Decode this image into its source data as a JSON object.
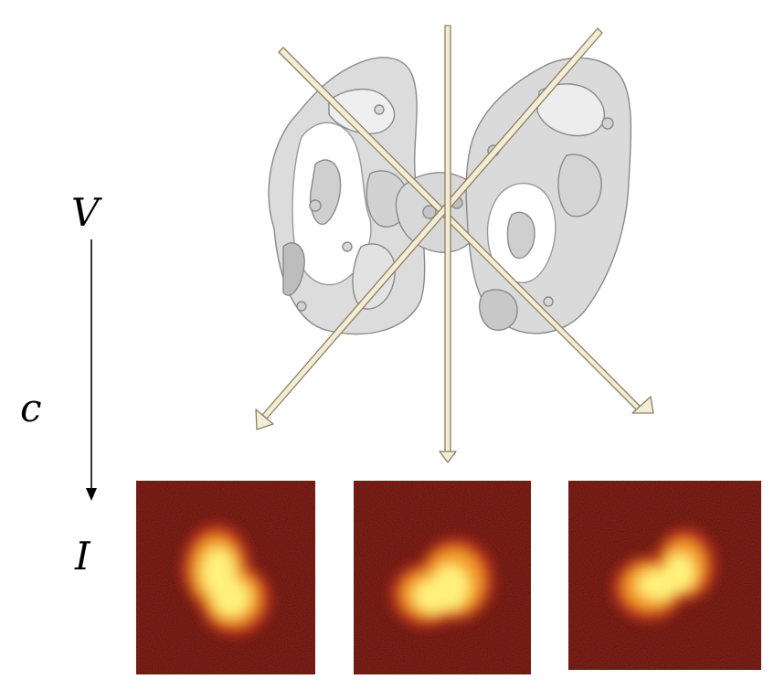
{
  "labels": {
    "volume": "V",
    "operator": "c",
    "images": "I"
  },
  "colors": {
    "beam_fill": "#f3ecd6",
    "beam_stroke": "#8d8060",
    "density": "#c6c6c6",
    "density_dark": "#7c7c7c",
    "image_bg": "#5a0d08",
    "image_glow": "#c0301a",
    "image_hot": "#fff27a"
  },
  "projections": [
    {
      "orientation": "diagonal-left"
    },
    {
      "orientation": "vertical"
    },
    {
      "orientation": "diagonal-right"
    }
  ]
}
